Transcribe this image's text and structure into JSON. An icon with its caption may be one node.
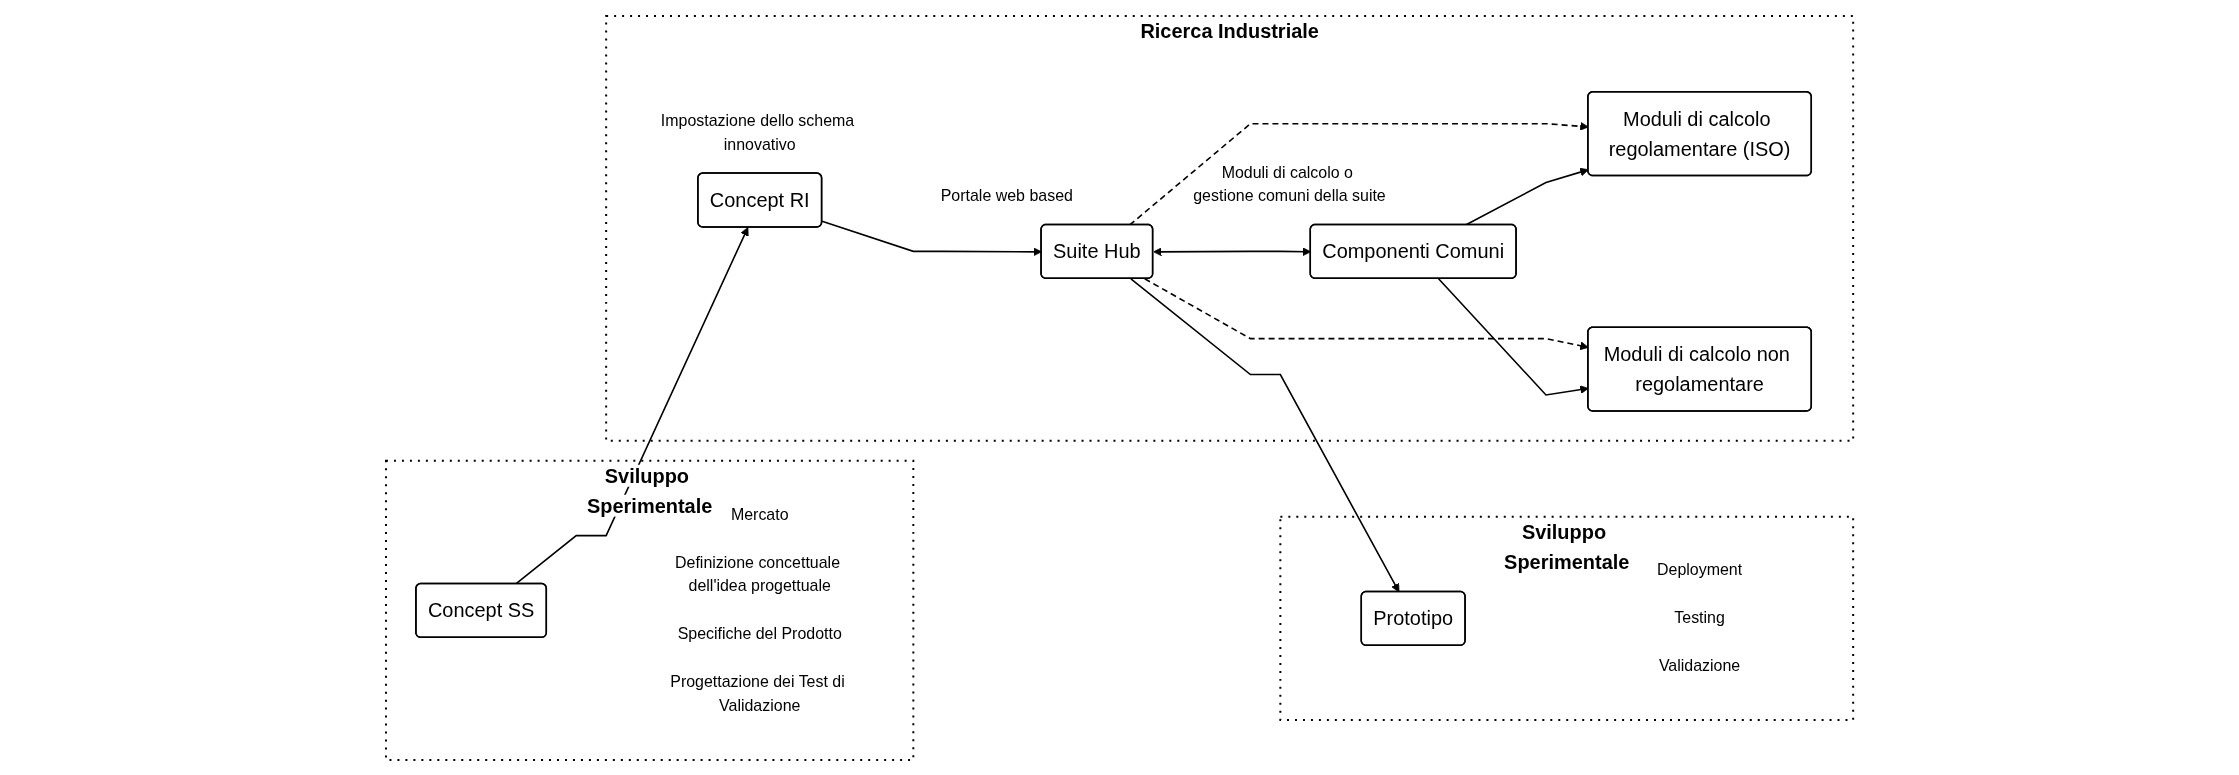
{
  "diagram": {
    "nodes": [
      {
        "text": [
          "Sviluppo Sperimentale"
        ]
      },
      {
        "text": [
          "Concept SS"
        ],
        "in": 0,
        "beside": [
          "Mercato",
          "Definizione concettuale dell'idea progettuale",
          "Specifiche del Prodotto",
          "Progettazione dei Test di Validazione"
        ]
      },
      {
        "text": [
          "Ricerca Industriale"
        ]
      },
      {
        "text": [
          "Concept RI"
        ],
        "in": 2,
        "beside": [
          "Impostazione dello schema innovativo"
        ]
      },
      {
        "text": [
          "Suite Hub"
        ],
        "in": 2,
        "beside": [
          "Portale web based"
        ]
      },
      {
        "text": [
          "Moduli di calcolo regolamentare (ISO)"
        ],
        "in": 2
      },
      {
        "text": [
          "Componenti Comuni"
        ],
        "in": 2,
        "beside": [
          "Moduli di calcolo o gestione comuni della suite"
        ]
      },
      {
        "text": [
          "Moduli di calcolo non regolamentare"
        ],
        "in": 2
      },
      {
        "text": [
          "Sviluppo Sperimentale"
        ]
      },
      {
        "text": [
          "Prototipo"
        ],
        "in": 8,
        "beside": [
          "Deployment",
          "Testing",
          "Validazione"
        ]
      }
    ],
    "edges": [
      {
        "from": 1,
        "to": 3,
        "arrow": "to"
      },
      {
        "from": 3,
        "to": 4,
        "arrow": "to"
      },
      {
        "from": 4,
        "to": 9,
        "arrow": "to"
      },
      {
        "from": 4,
        "to": 6,
        "arrow": "both"
      },
      {
        "from": 4,
        "to": 5,
        "arrow": "to",
        "style": "dashed"
      },
      {
        "from": 4,
        "to": 7,
        "arrow": "to",
        "style": "dashed"
      },
      {
        "from": 6,
        "to": 5,
        "arrow": "to"
      },
      {
        "from": 6,
        "to": 7,
        "arrow": "to"
      }
    ]
  }
}
